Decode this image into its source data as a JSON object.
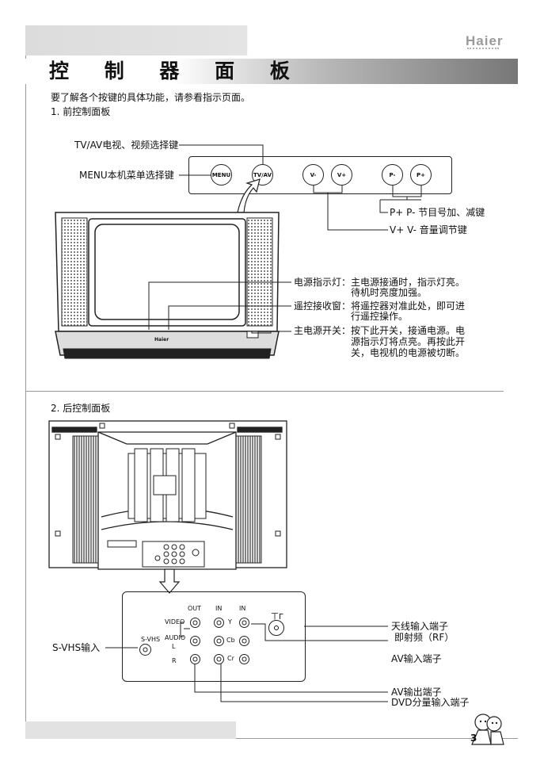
{
  "header": {
    "brand": "Haier",
    "title": "控 制 器 面 板"
  },
  "intro": "要了解各个按键的具体功能，请参看指示页面。",
  "section1": {
    "heading": "1. 前控制面板",
    "buttons": [
      "MENU",
      "TV/AV",
      "V-",
      "V+",
      "P-",
      "P+"
    ],
    "tv_brand": "Haier",
    "labels": {
      "tvav": "TV/AV电视、视频选择键",
      "menu": "MENU本机菜单选择键",
      "prog": "P+ P- 节目号加、减键",
      "vol": "V+ V- 音量调节键",
      "power_led_term": "电源指示灯：",
      "power_led_desc1": "主电源接通时，指示灯亮。",
      "power_led_desc2": "待机时亮度加强。",
      "remote_term": "遥控接收窗：",
      "remote_desc1": "将遥控器对准此处，即可进",
      "remote_desc2": "行遥控操作。",
      "power_sw_term": "主电源开关：",
      "power_sw_desc1": "按下此开关，接通电源。电",
      "power_sw_desc2": "源指示灯将点亮。再按此开",
      "power_sw_desc3": "关，电视机的电源被切断。"
    }
  },
  "section2": {
    "heading": "2. 后控制面板",
    "panel": {
      "out": "OUT",
      "in1": "IN",
      "in2": "IN",
      "video": "VIDEO",
      "audio": "AUDIO",
      "l": "L",
      "r": "R",
      "y": "Y",
      "cb": "Cb",
      "cr": "Cr",
      "svhs": "S-VHS"
    },
    "labels": {
      "antenna1": "天线输入端子",
      "antenna2": "即射频（RF）",
      "av_in": "AV输入端子",
      "svhs_in": "S-VHS输入",
      "av_out": "AV输出端子",
      "dvd": "DVD分量输入端子"
    }
  },
  "footer": {
    "page": "3"
  }
}
